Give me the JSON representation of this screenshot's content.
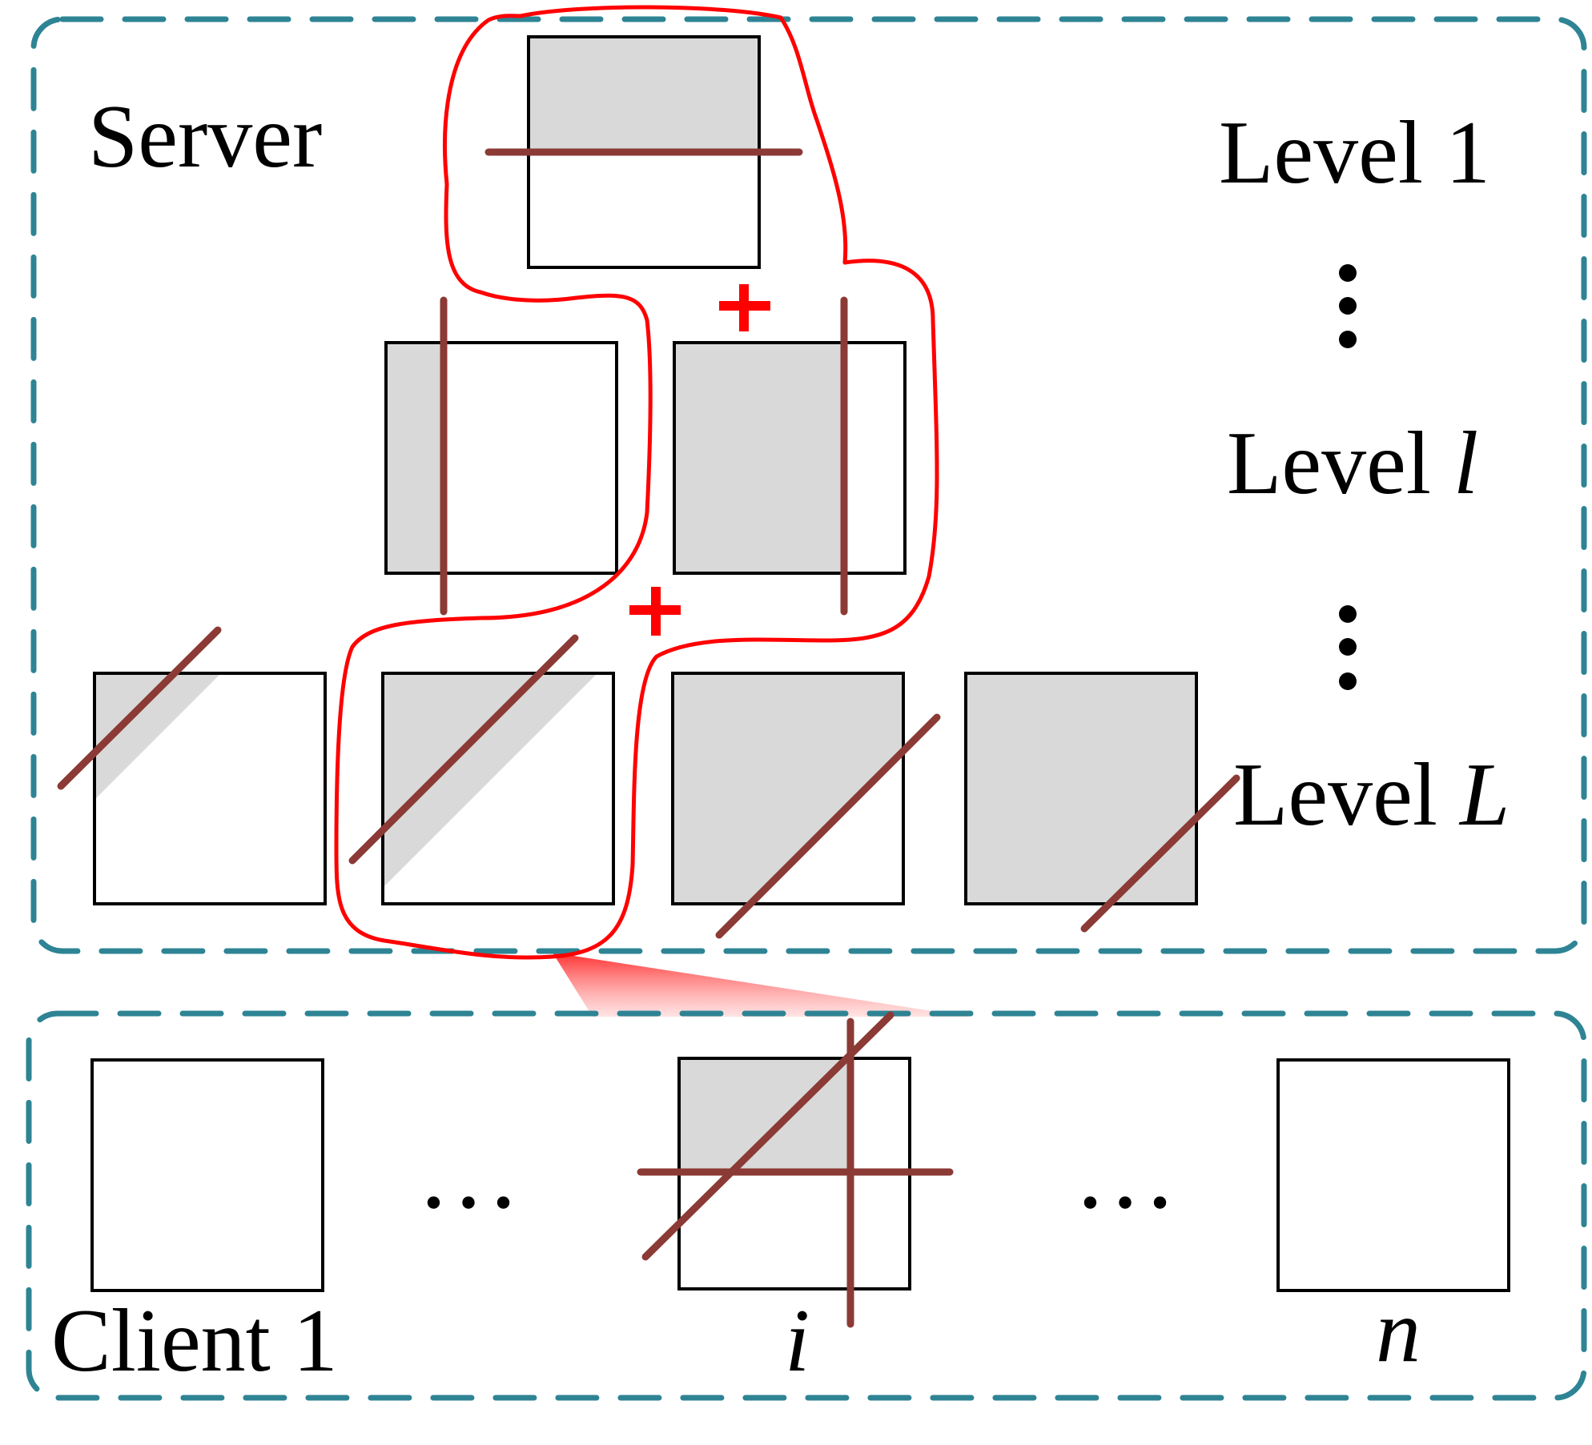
{
  "labels": {
    "server": "Server",
    "level_1": "Level 1",
    "level_l_prefix": "Level ",
    "level_l_var": "l",
    "level_L_prefix": "Level ",
    "level_L_var": "L",
    "client_1": "Client 1",
    "client_i": "i",
    "client_n": "n",
    "ellipsis": "…",
    "plus": "+"
  },
  "colors": {
    "dashed_border": "#2e8494",
    "cut_line": "#8b3a35",
    "outline": "#ff0000",
    "region_fill": "#d9d9d9",
    "square_fill": "#ffffff"
  }
}
